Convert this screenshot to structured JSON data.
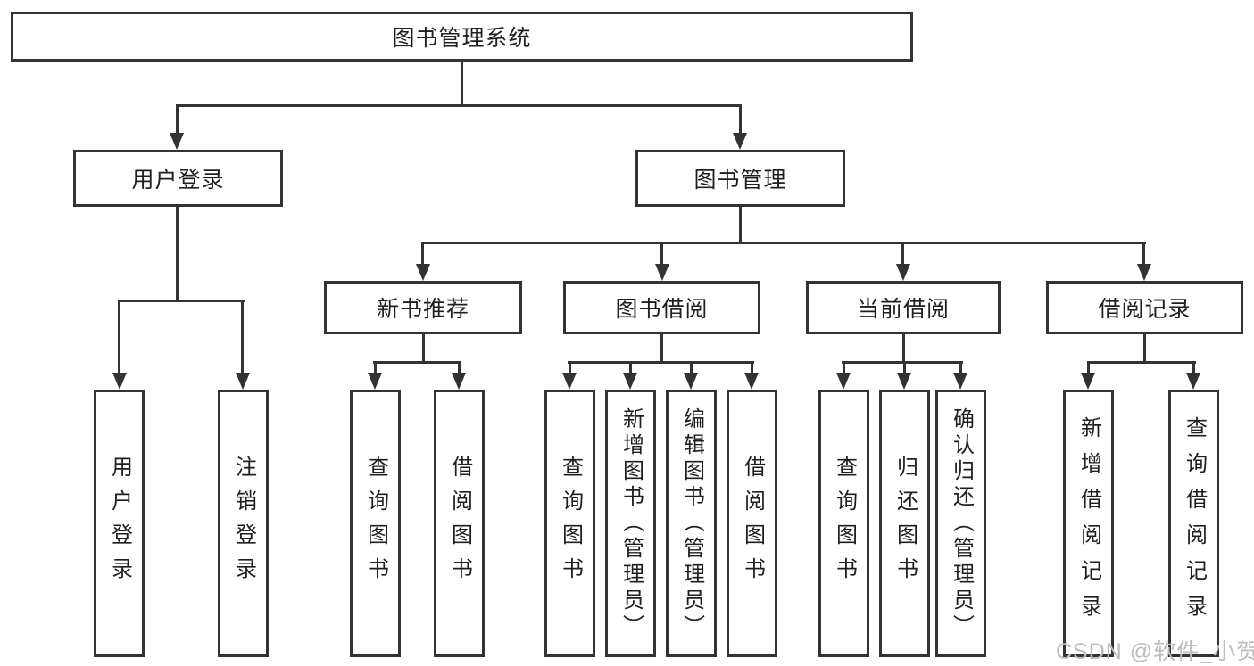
{
  "title": "图书管理系统",
  "colors": {
    "line": "#333333",
    "text": "#1f1f1f",
    "watermark": "#bdbdbd"
  },
  "watermark": {
    "text": "CSDN @软件_小贺同学"
  },
  "tree": {
    "root": {
      "label": "图书管理系统"
    },
    "branches": [
      {
        "label": "用户登录",
        "children": [
          {
            "label": "用户登录"
          },
          {
            "label": "注销登录"
          }
        ]
      },
      {
        "label": "图书管理",
        "children": [
          {
            "label": "新书推荐",
            "children": [
              {
                "label": "查询图书"
              },
              {
                "label": "借阅图书"
              }
            ]
          },
          {
            "label": "图书借阅",
            "children": [
              {
                "label": "查询图书"
              },
              {
                "label": "新增图书（管理员）"
              },
              {
                "label": "编辑图书（管理员）"
              },
              {
                "label": "借阅图书"
              }
            ]
          },
          {
            "label": "当前借阅",
            "children": [
              {
                "label": "查询图书"
              },
              {
                "label": "归还图书"
              },
              {
                "label": "确认归还（管理员）"
              }
            ]
          },
          {
            "label": "借阅记录",
            "children": [
              {
                "label": "新增借阅记录"
              },
              {
                "label": "查询借阅记录"
              }
            ]
          }
        ]
      }
    ]
  }
}
